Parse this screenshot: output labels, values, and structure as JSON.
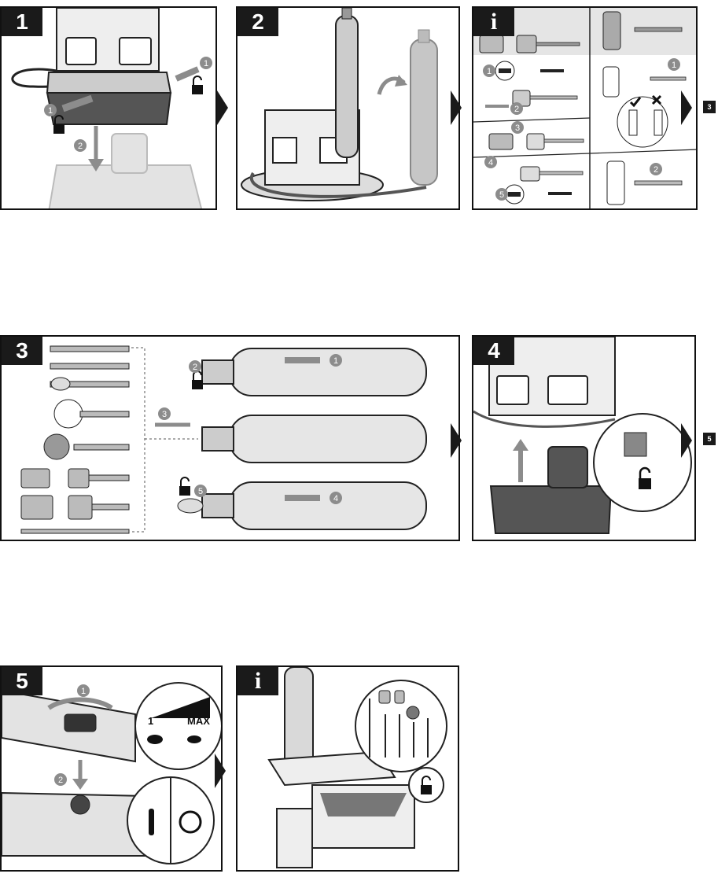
{
  "steps": {
    "s1": "1",
    "s2": "2",
    "info_a": "i",
    "s3": "3",
    "s4": "4",
    "s5": "5",
    "info_b": "i"
  },
  "side_tabs": {
    "top": "3",
    "middle": "5"
  },
  "callouts": {
    "c1": "1",
    "c2": "2",
    "c3": "3",
    "c4": "4",
    "c5": "5"
  },
  "speed_dial": {
    "min": "1",
    "max": "MAX"
  },
  "colors": {
    "ink": "#1a1a1a",
    "tool_gray": "#b9b9b9",
    "light_gray": "#d9d9d9",
    "callout_gray": "#8c8c8c"
  }
}
